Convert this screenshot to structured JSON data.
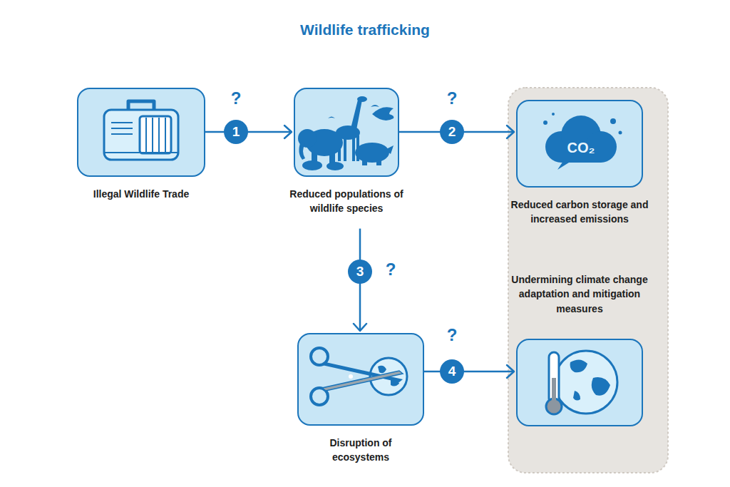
{
  "diagram": {
    "title": "Wildlife trafficking",
    "nodes": [
      {
        "text": [
          "Illegal Wildlife Trade"
        ]
      },
      {
        "text": [
          "Reduced populations of wildlife species"
        ]
      },
      {
        "text": [
          "Reduced carbon storage and increased emissions"
        ]
      },
      {
        "text": [
          "Disruption of ecosystems"
        ]
      },
      {
        "text": [
          "Undermining climate change adaptation and mitigation measures"
        ]
      }
    ],
    "edges": [
      {
        "from": 0,
        "to": 1,
        "arrow": "to",
        "label": "1"
      },
      {
        "from": 1,
        "to": 2,
        "arrow": "to",
        "label": "2"
      },
      {
        "from": 1,
        "to": 3,
        "arrow": "to",
        "label": "3"
      },
      {
        "from": 3,
        "to": 4,
        "arrow": "to",
        "label": "4"
      }
    ],
    "labels": [
      "?",
      "?",
      "?",
      "?",
      "CO₂"
    ]
  }
}
